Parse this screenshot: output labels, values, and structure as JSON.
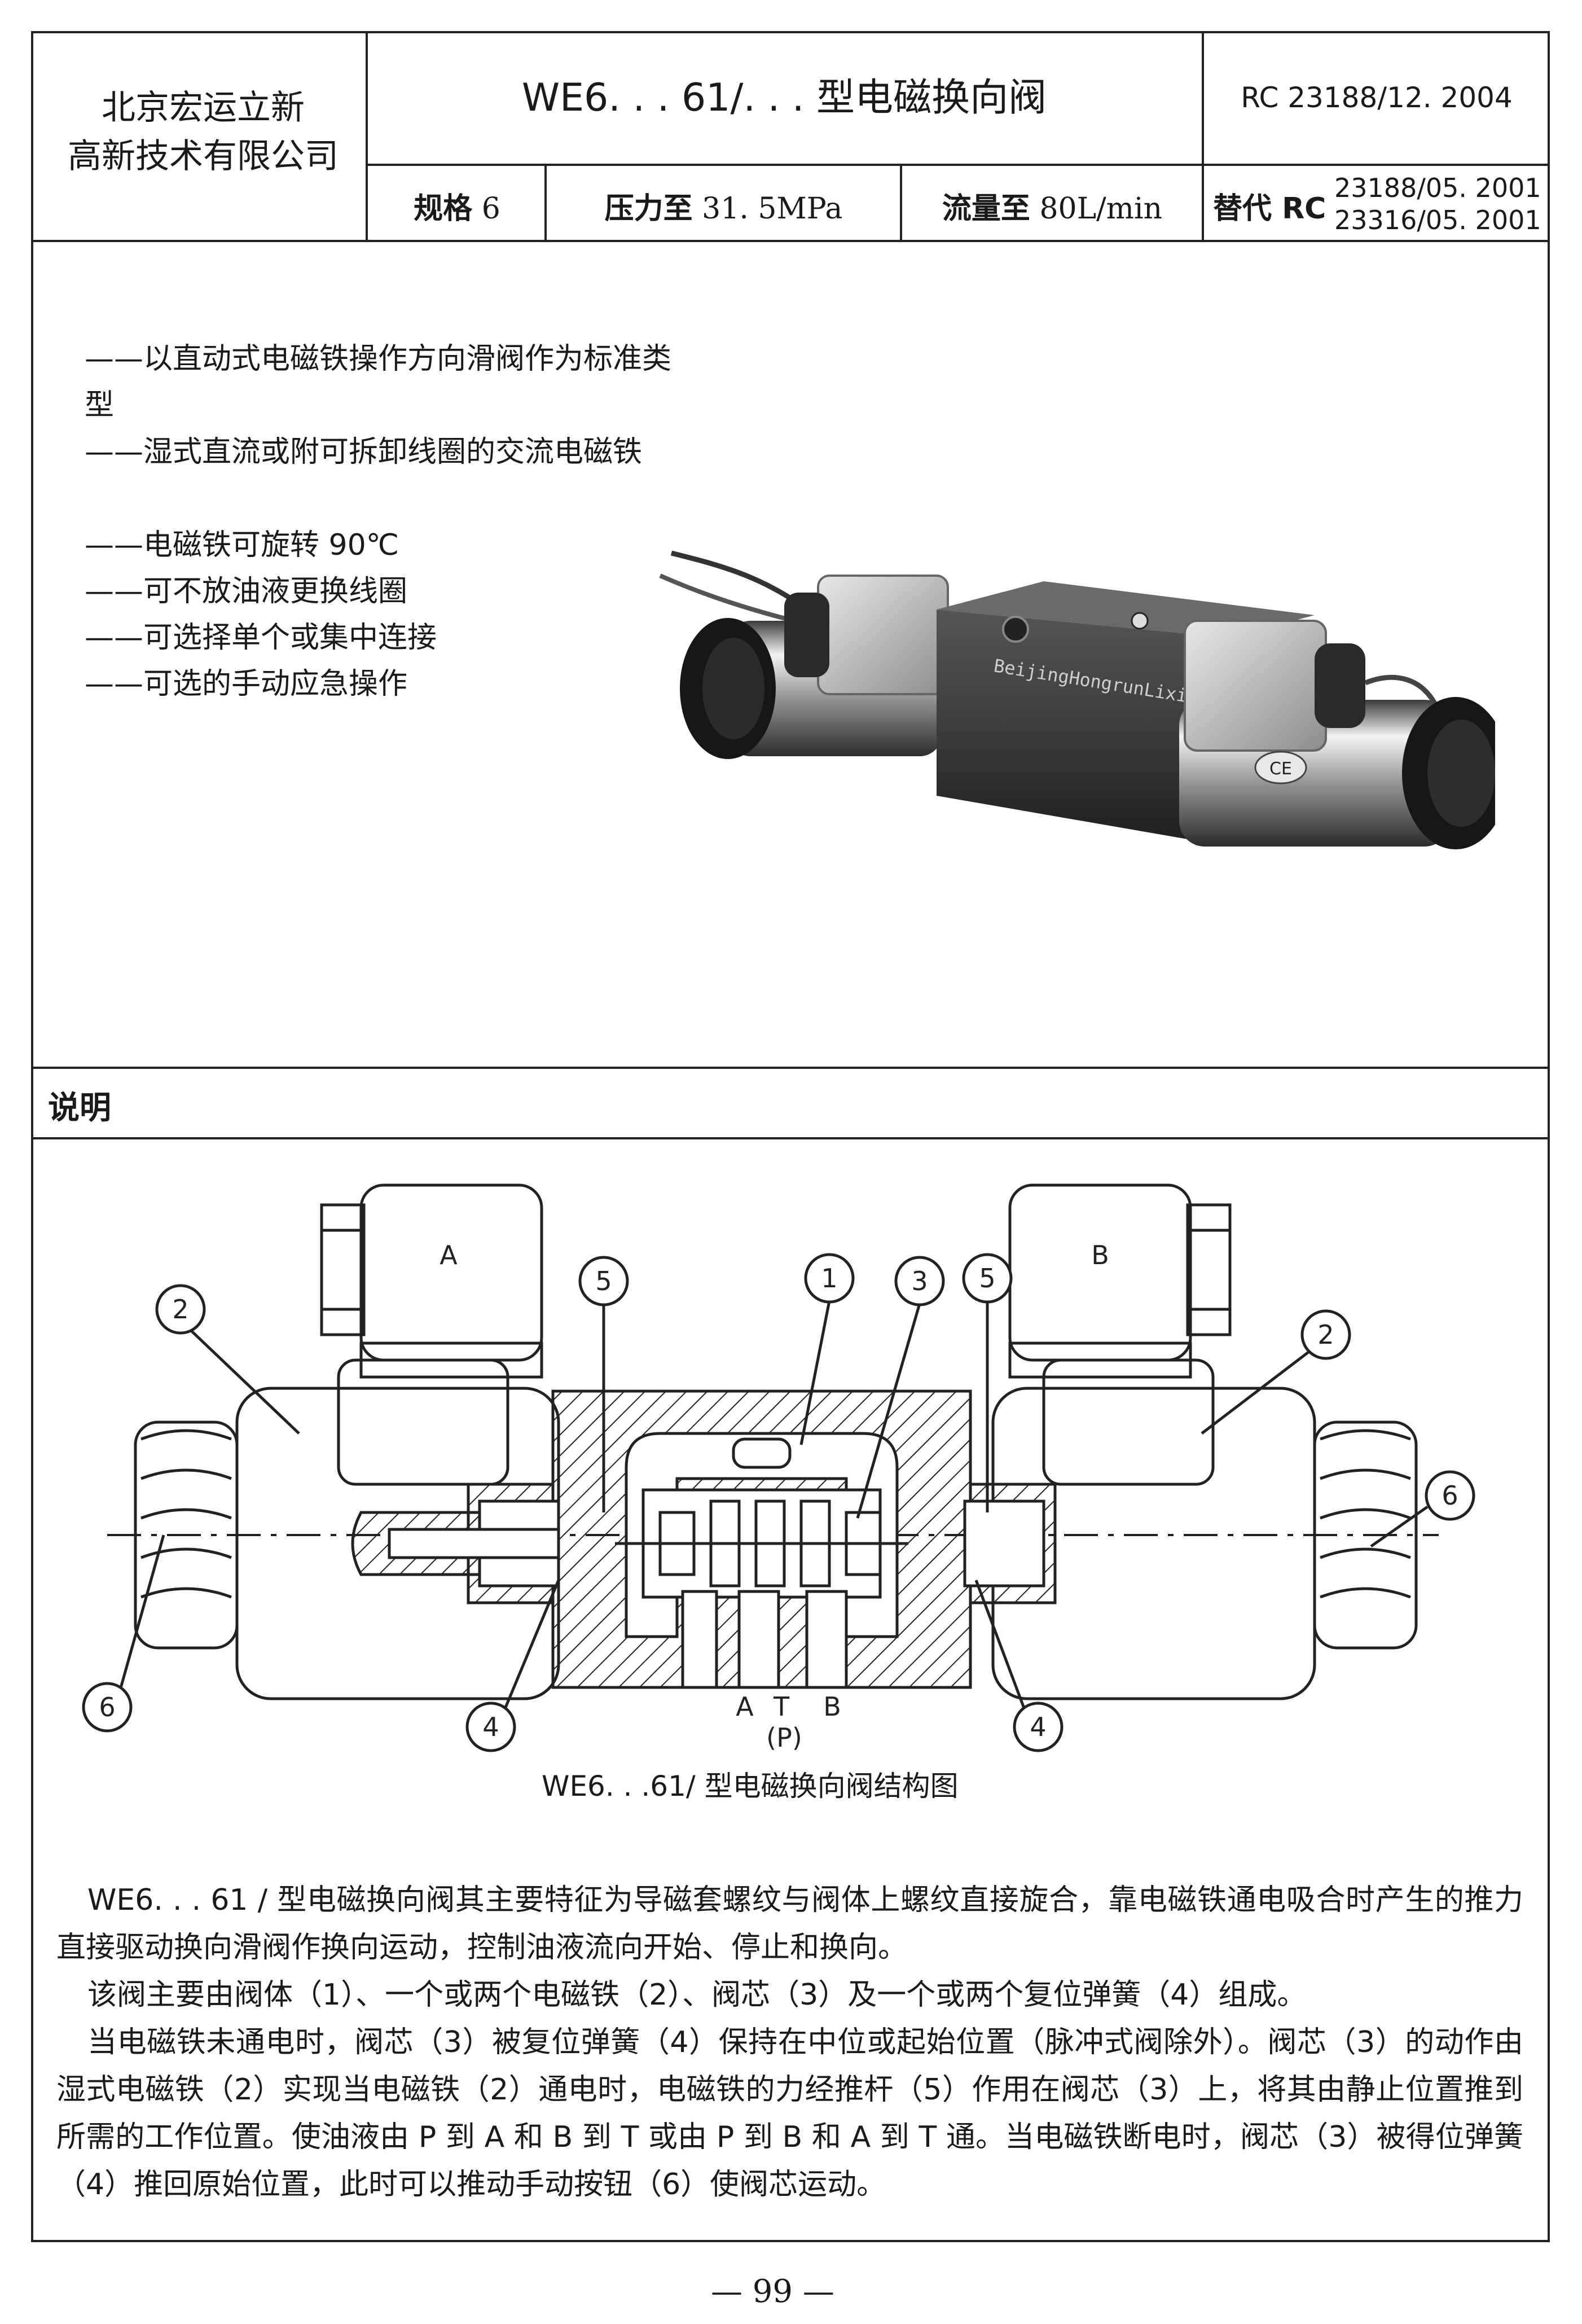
{
  "header": {
    "company": "北京宏运立新高新技术有限公司",
    "company_line1": "北京宏运立新",
    "company_line2": "高新技术有限公司",
    "title": "WE6. . . 61/. . . 型电磁换向阀",
    "doc_number": "RC 23188/12. 2004",
    "spec_label": "规格",
    "spec_value": "6",
    "pressure_label": "压力至",
    "pressure_value": "31. 5MPa",
    "flow_label": "流量至",
    "flow_value": "80L/min",
    "replaces_label": "替代 RC",
    "replaces_1": "23188/05. 2001",
    "replaces_2": "23316/05. 2001"
  },
  "features": [
    "——以直动式电磁铁操作方向滑阀作为标准类型",
    "——湿式直流或附可拆卸线圈的交流电磁铁",
    "——电磁铁可旋转 90℃",
    "——可不放油液更换线圈",
    "——可选择单个或集中连接",
    "——可选的手动应急操作"
  ],
  "photo": {
    "body_label": "BeijingHongrunLixin",
    "ce_mark": "CE"
  },
  "section_title": "说明",
  "diagram": {
    "solenoid_a": "A",
    "solenoid_b": "B",
    "callouts": [
      "1",
      "2",
      "2",
      "3",
      "4",
      "4",
      "5",
      "5",
      "6",
      "6"
    ],
    "port_a": "A",
    "port_t": "T",
    "port_b": "B",
    "port_p": "(P)",
    "caption": "WE6. . .61/ 型电磁换向阀结构图"
  },
  "description": [
    "WE6. . . 61 / 型电磁换向阀其主要特征为导磁套螺纹与阀体上螺纹直接旋合，靠电磁铁通电吸合时产生的推力直接驱动换向滑阀作换向运动，控制油液流向开始、停止和换向。",
    "该阀主要由阀体（1）、一个或两个电磁铁（2）、阀芯（3）及一个或两个复位弹簧（4）组成。",
    "当电磁铁未通电时，阀芯（3）被复位弹簧（4）保持在中位或起始位置（脉冲式阀除外）。阀芯（3）的动作由湿式电磁铁（2）实现当电磁铁（2）通电时，电磁铁的力经推杆（5）作用在阀芯（3）上，将其由静止位置推到所需的工作位置。使油液由 P 到 A 和 B 到 T 或由 P 到 B 和 A 到 T 通。当电磁铁断电时，阀芯（3）被得位弹簧（4）推回原始位置，此时可以推动手动按钮（6）使阀芯运动。"
  ],
  "page_number": "— 99 —"
}
